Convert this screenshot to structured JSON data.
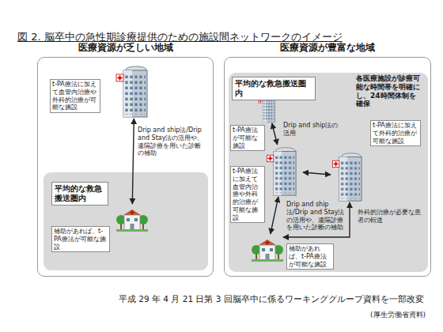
{
  "diagram": {
    "title": "図 2. 脳卒中の急性期診療提供のための施設間ネットワークのイメージ",
    "caption": "平成 29 年 4 月 21 日第 3 回脳卒中に係るワーキンググループ資料を一部改変",
    "nodes": [
      {
        "text": [
          "医療資源が乏しい地域"
        ]
      },
      {
        "text": [
          "t-PA療法に加えて血管内治療や外科的治療が可能な施設"
        ],
        "in": 0
      },
      {
        "text": [
          "平均的な救急搬送圏内"
        ],
        "in": 0
      },
      {
        "text": [
          "補助があれば、t-PA療法が可能な施設"
        ],
        "in": 2
      },
      {
        "text": [
          "医療資源が豊富な地域"
        ]
      },
      {
        "text": [
          "平均的な救急搬送圏内"
        ],
        "in": 4
      },
      {
        "text": [
          "t-PA療法が可能な施設"
        ],
        "in": 5
      },
      {
        "text": [
          "t-PA療法に加えて血管内治療や外科的治療が可能な施設"
        ],
        "in": 5
      },
      {
        "text": [
          "t-PA療法に加えて外科的治療が可能な施設"
        ],
        "in": 5
      },
      {
        "text": [
          "補助があれば、t-PA療法が可能な施設"
        ],
        "in": 5
      }
    ],
    "edges": [
      {
        "from": 1,
        "to": 3,
        "arrow": "both",
        "label": "Drip and ship法/Drip and Stay法の活用や、遠隔診療を用いた診断の補助"
      },
      {
        "from": 6,
        "to": 7,
        "arrow": "both",
        "label": "Drip and ship法の活用"
      },
      {
        "from": 7,
        "to": 8,
        "arrow": "both"
      },
      {
        "from": 7,
        "to": 9,
        "arrow": "both",
        "label": "Drip and ship法/Drip and Stay法の活用や、遠隔診療を用いた診断の補助"
      },
      {
        "from": 8,
        "to": 9,
        "arrow": "both",
        "label": "外科的治療が必要な患者の転送"
      }
    ],
    "labels": [
      "各医療施設が診療可能な時間帯を明確にし、24時間体制を確保",
      "(厚生労働省資料)"
    ]
  }
}
